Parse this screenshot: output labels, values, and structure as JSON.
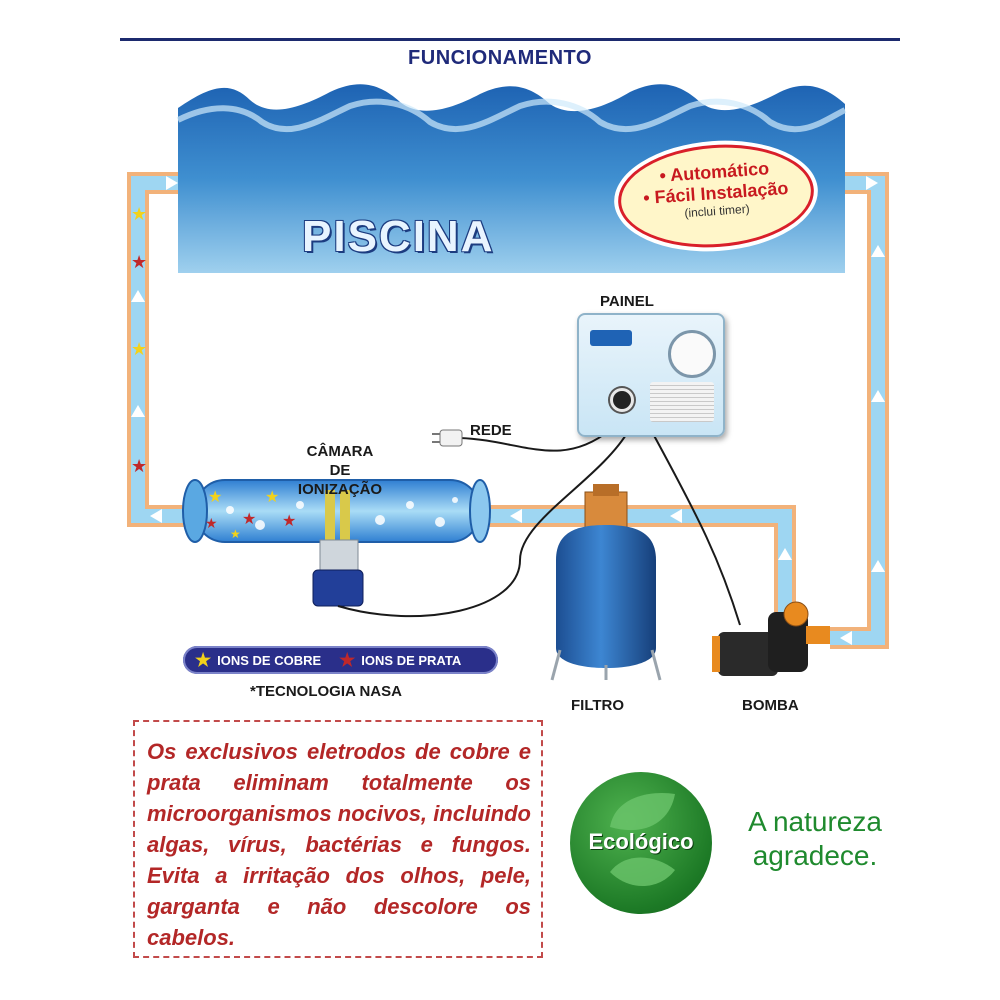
{
  "title": "FUNCIONAMENTO",
  "pool_label": "PISCINA",
  "features": {
    "line1": "• Automático",
    "line2": "• Fácil Instalação",
    "line3": "(inclui timer)"
  },
  "labels": {
    "painel": "PAINEL",
    "rede": "REDE",
    "camara_line1": "CÂMARA",
    "camara_line2": "DE IONIZAÇÃO",
    "filtro": "FILTRO",
    "bomba": "BOMBA"
  },
  "legend": {
    "copper": "IONS DE COBRE",
    "silver": "IONS DE PRATA",
    "note": "*TECNOLOGIA NASA"
  },
  "description": "Os exclusivos eletrodos de cobre e prata eliminam totalmente os microorganismos nocivos, incluindo algas, vírus, bactérias e fungos. Evita a irritação dos olhos, pele, garganta e não descolore os cabelos.",
  "eco": {
    "badge": "Ecológico",
    "tagline_line1": "A natureza",
    "tagline_line2": "agradece."
  },
  "colors": {
    "title": "#1f2a7a",
    "pipe": "#f2b27a",
    "pipe_water": "#9ed6f2",
    "water": "#3f8fd0",
    "copper_star": "#f2d21b",
    "silver_star": "#c0282a",
    "description": "#b32727",
    "eco_green": "#1f8a2e"
  }
}
